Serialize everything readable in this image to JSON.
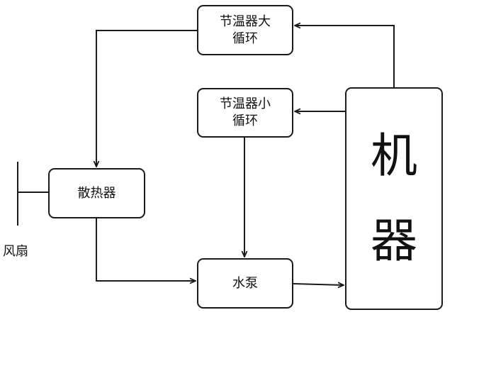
{
  "diagram": {
    "nodes": {
      "big_loop": [
        "节温器大",
        "循环"
      ],
      "small_loop": [
        "节温器小",
        "循环"
      ],
      "radiator": "散热器",
      "pump": "水泵",
      "engine": [
        "机",
        "器"
      ],
      "fan": "风扇"
    },
    "edges": [
      {
        "from": "engine",
        "to": "big_loop"
      },
      {
        "from": "engine",
        "to": "small_loop"
      },
      {
        "from": "big_loop",
        "to": "radiator"
      },
      {
        "from": "small_loop",
        "to": "pump"
      },
      {
        "from": "radiator",
        "to": "pump"
      },
      {
        "from": "pump",
        "to": "engine"
      },
      {
        "from": "fan",
        "to": "radiator"
      }
    ]
  },
  "colors": {
    "line": "#1a1a1a",
    "background": "#ffffff"
  }
}
